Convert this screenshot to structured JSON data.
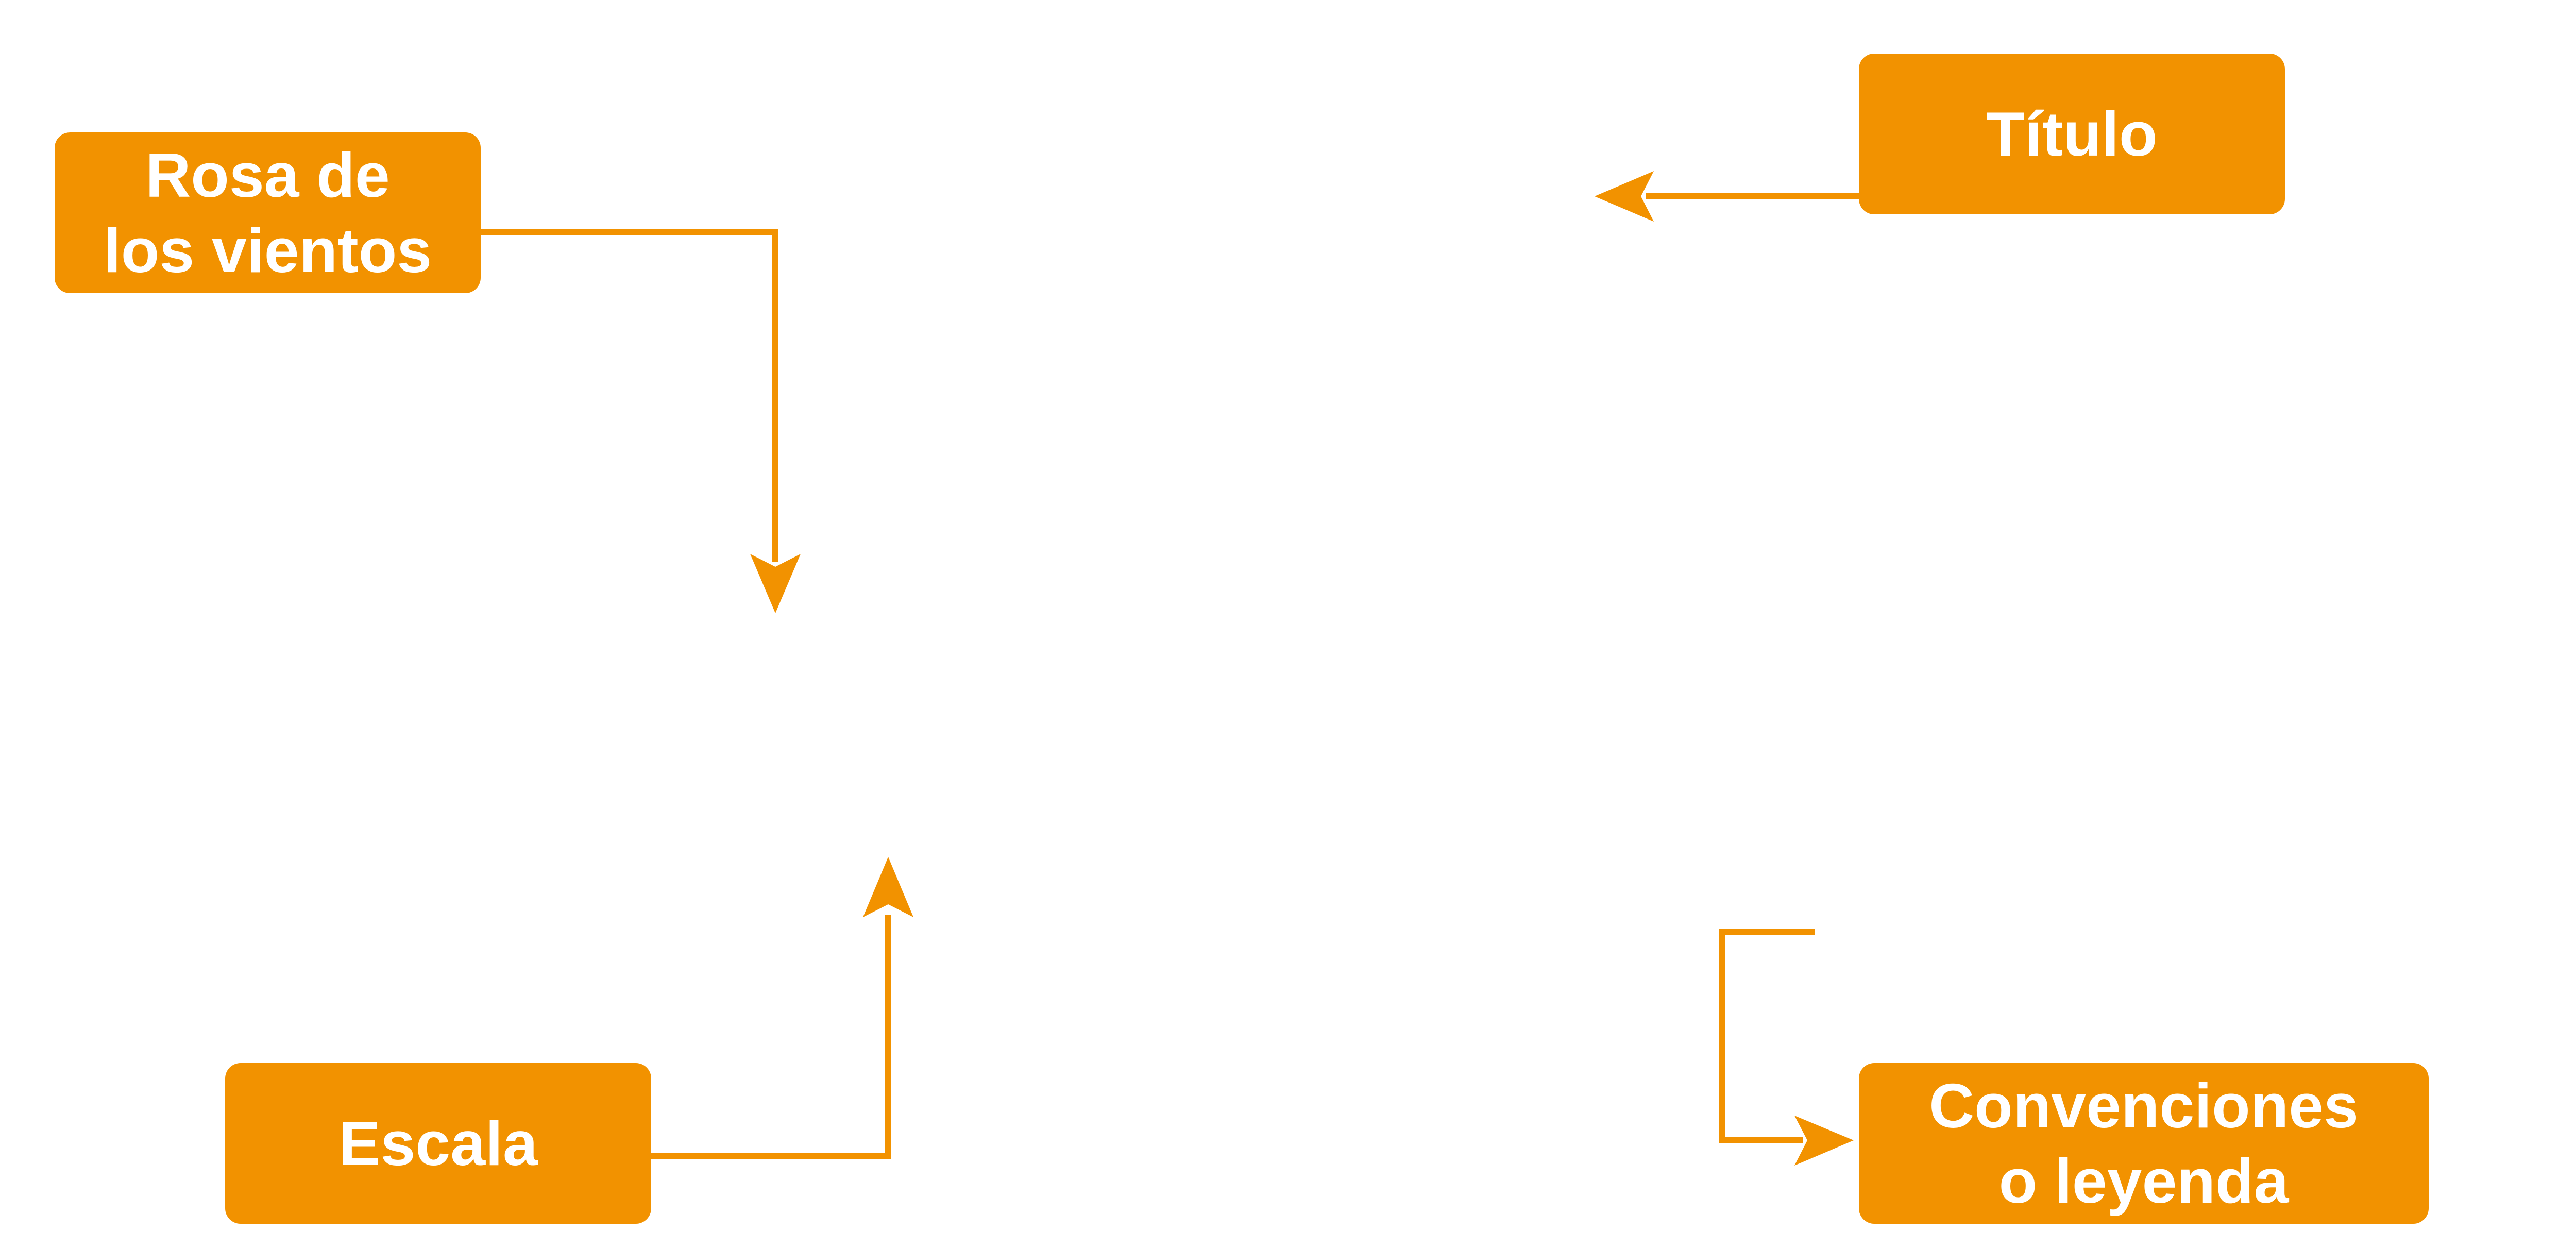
{
  "accent_color": "#f29200",
  "text_color": "#ffffff",
  "labels": {
    "rosa": "Rosa de\nlos vientos",
    "titulo": "Título",
    "escala": "Escala",
    "convenciones": "Convenciones\no leyenda"
  }
}
